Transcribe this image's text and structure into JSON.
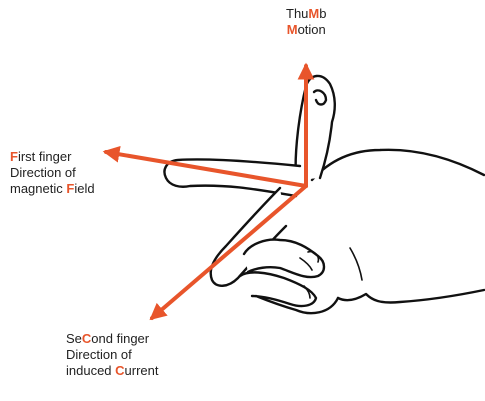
{
  "colors": {
    "accent": "#e8552b",
    "outline": "#111111",
    "text": "#222222"
  },
  "labels": {
    "thumb": {
      "line1": {
        "pre": "Thu",
        "hl": "M",
        "post": "b"
      },
      "line2": {
        "pre": "",
        "hl": "M",
        "post": "otion"
      }
    },
    "first": {
      "line1": {
        "pre": "",
        "hl": "F",
        "post": "irst finger"
      },
      "line2": {
        "pre": "Direction of",
        "hl": "",
        "post": ""
      },
      "line3": {
        "pre": "magnetic ",
        "hl": "F",
        "post": "ield"
      }
    },
    "second": {
      "line1": {
        "pre": "Se",
        "hl": "C",
        "post": "ond finger"
      },
      "line2": {
        "pre": "Direction of",
        "hl": "",
        "post": ""
      },
      "line3": {
        "pre": "induced ",
        "hl": "C",
        "post": "urrent"
      }
    }
  },
  "icons": [
    "hand-illustration",
    "thumb-arrow",
    "first-finger-arrow",
    "second-finger-arrow"
  ]
}
